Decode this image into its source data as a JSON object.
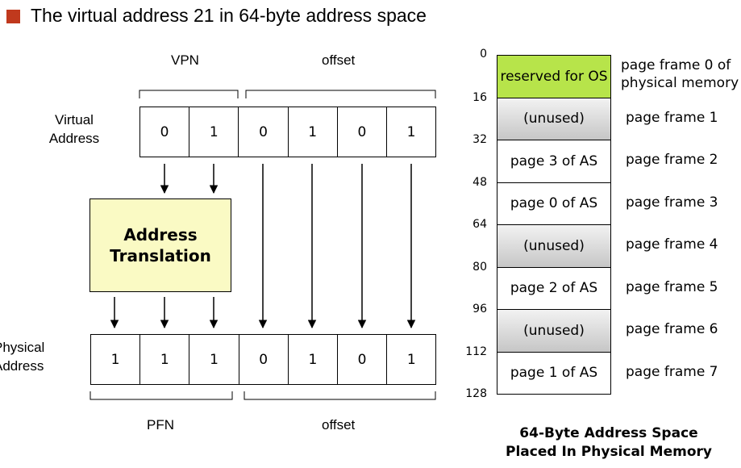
{
  "title": "The virtual address 21 in 64-byte address space",
  "virtual": {
    "label_line1": "Virtual",
    "label_line2": "Address",
    "vpn_label": "VPN",
    "offset_label": "offset",
    "bits": [
      "0",
      "1",
      "0",
      "1",
      "0",
      "1"
    ]
  },
  "translation": {
    "line1": "Address",
    "line2": "Translation"
  },
  "physical": {
    "label_line1": "Physical",
    "label_line2": "Address",
    "pfn_label": "PFN",
    "offset_label": "offset",
    "bits": [
      "1",
      "1",
      "1",
      "0",
      "1",
      "0",
      "1"
    ]
  },
  "memory": {
    "addresses": [
      "0",
      "16",
      "32",
      "48",
      "64",
      "80",
      "96",
      "112",
      "128"
    ],
    "frames": [
      {
        "content": "reserved for OS",
        "label_line1": "page frame 0 of",
        "label_line2": "physical memory",
        "fill": "#b7e44a"
      },
      {
        "content": "(unused)",
        "label_line1": "page frame 1",
        "label_line2": "",
        "fill": "gray"
      },
      {
        "content": "page 3 of AS",
        "label_line1": "page frame 2",
        "label_line2": "",
        "fill": "#ffffff"
      },
      {
        "content": "page 0 of AS",
        "label_line1": "page frame 3",
        "label_line2": "",
        "fill": "#ffffff"
      },
      {
        "content": "(unused)",
        "label_line1": "page frame 4",
        "label_line2": "",
        "fill": "gray"
      },
      {
        "content": "page 2 of AS",
        "label_line1": "page frame 5",
        "label_line2": "",
        "fill": "#ffffff"
      },
      {
        "content": "(unused)",
        "label_line1": "page frame 6",
        "label_line2": "",
        "fill": "gray"
      },
      {
        "content": "page 1 of AS",
        "label_line1": "page frame 7",
        "label_line2": "",
        "fill": "#ffffff"
      }
    ],
    "caption_line1": "64-Byte Address Space",
    "caption_line2": "Placed In Physical Memory"
  },
  "colors": {
    "bullet": "#c0391d",
    "translation_fill": "#fafac4",
    "reserved_fill": "#b7e44a"
  }
}
